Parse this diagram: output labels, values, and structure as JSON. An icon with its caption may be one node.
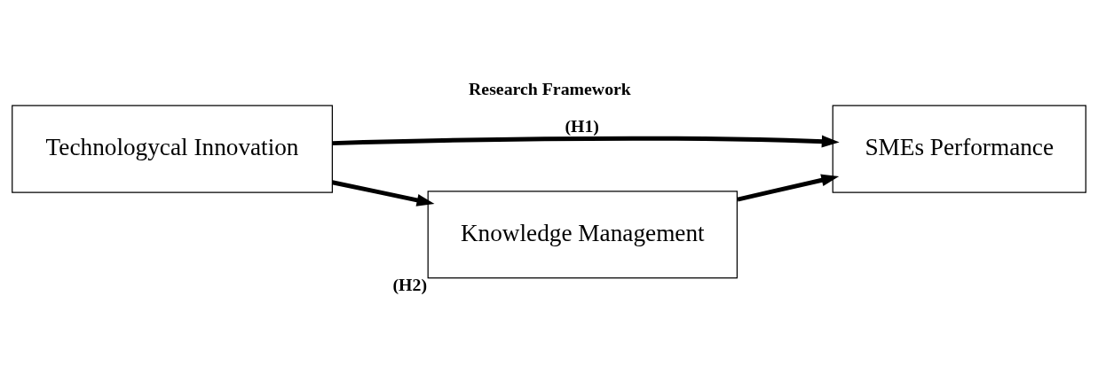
{
  "diagram": {
    "title": "Research Framework",
    "nodes": [
      {
        "text": [
          "Technologycal Innovation"
        ]
      },
      {
        "text": [
          "SMEs Performance"
        ]
      },
      {
        "text": [
          "Knowledge Management"
        ],
        "beside": [
          "(H2)"
        ]
      }
    ],
    "edges": [
      {
        "from": 0,
        "to": 1,
        "arrow": "to",
        "label": "(H1)"
      },
      {
        "from": 0,
        "to": 2,
        "arrow": "to"
      },
      {
        "from": 2,
        "to": 1,
        "arrow": "to"
      }
    ]
  }
}
